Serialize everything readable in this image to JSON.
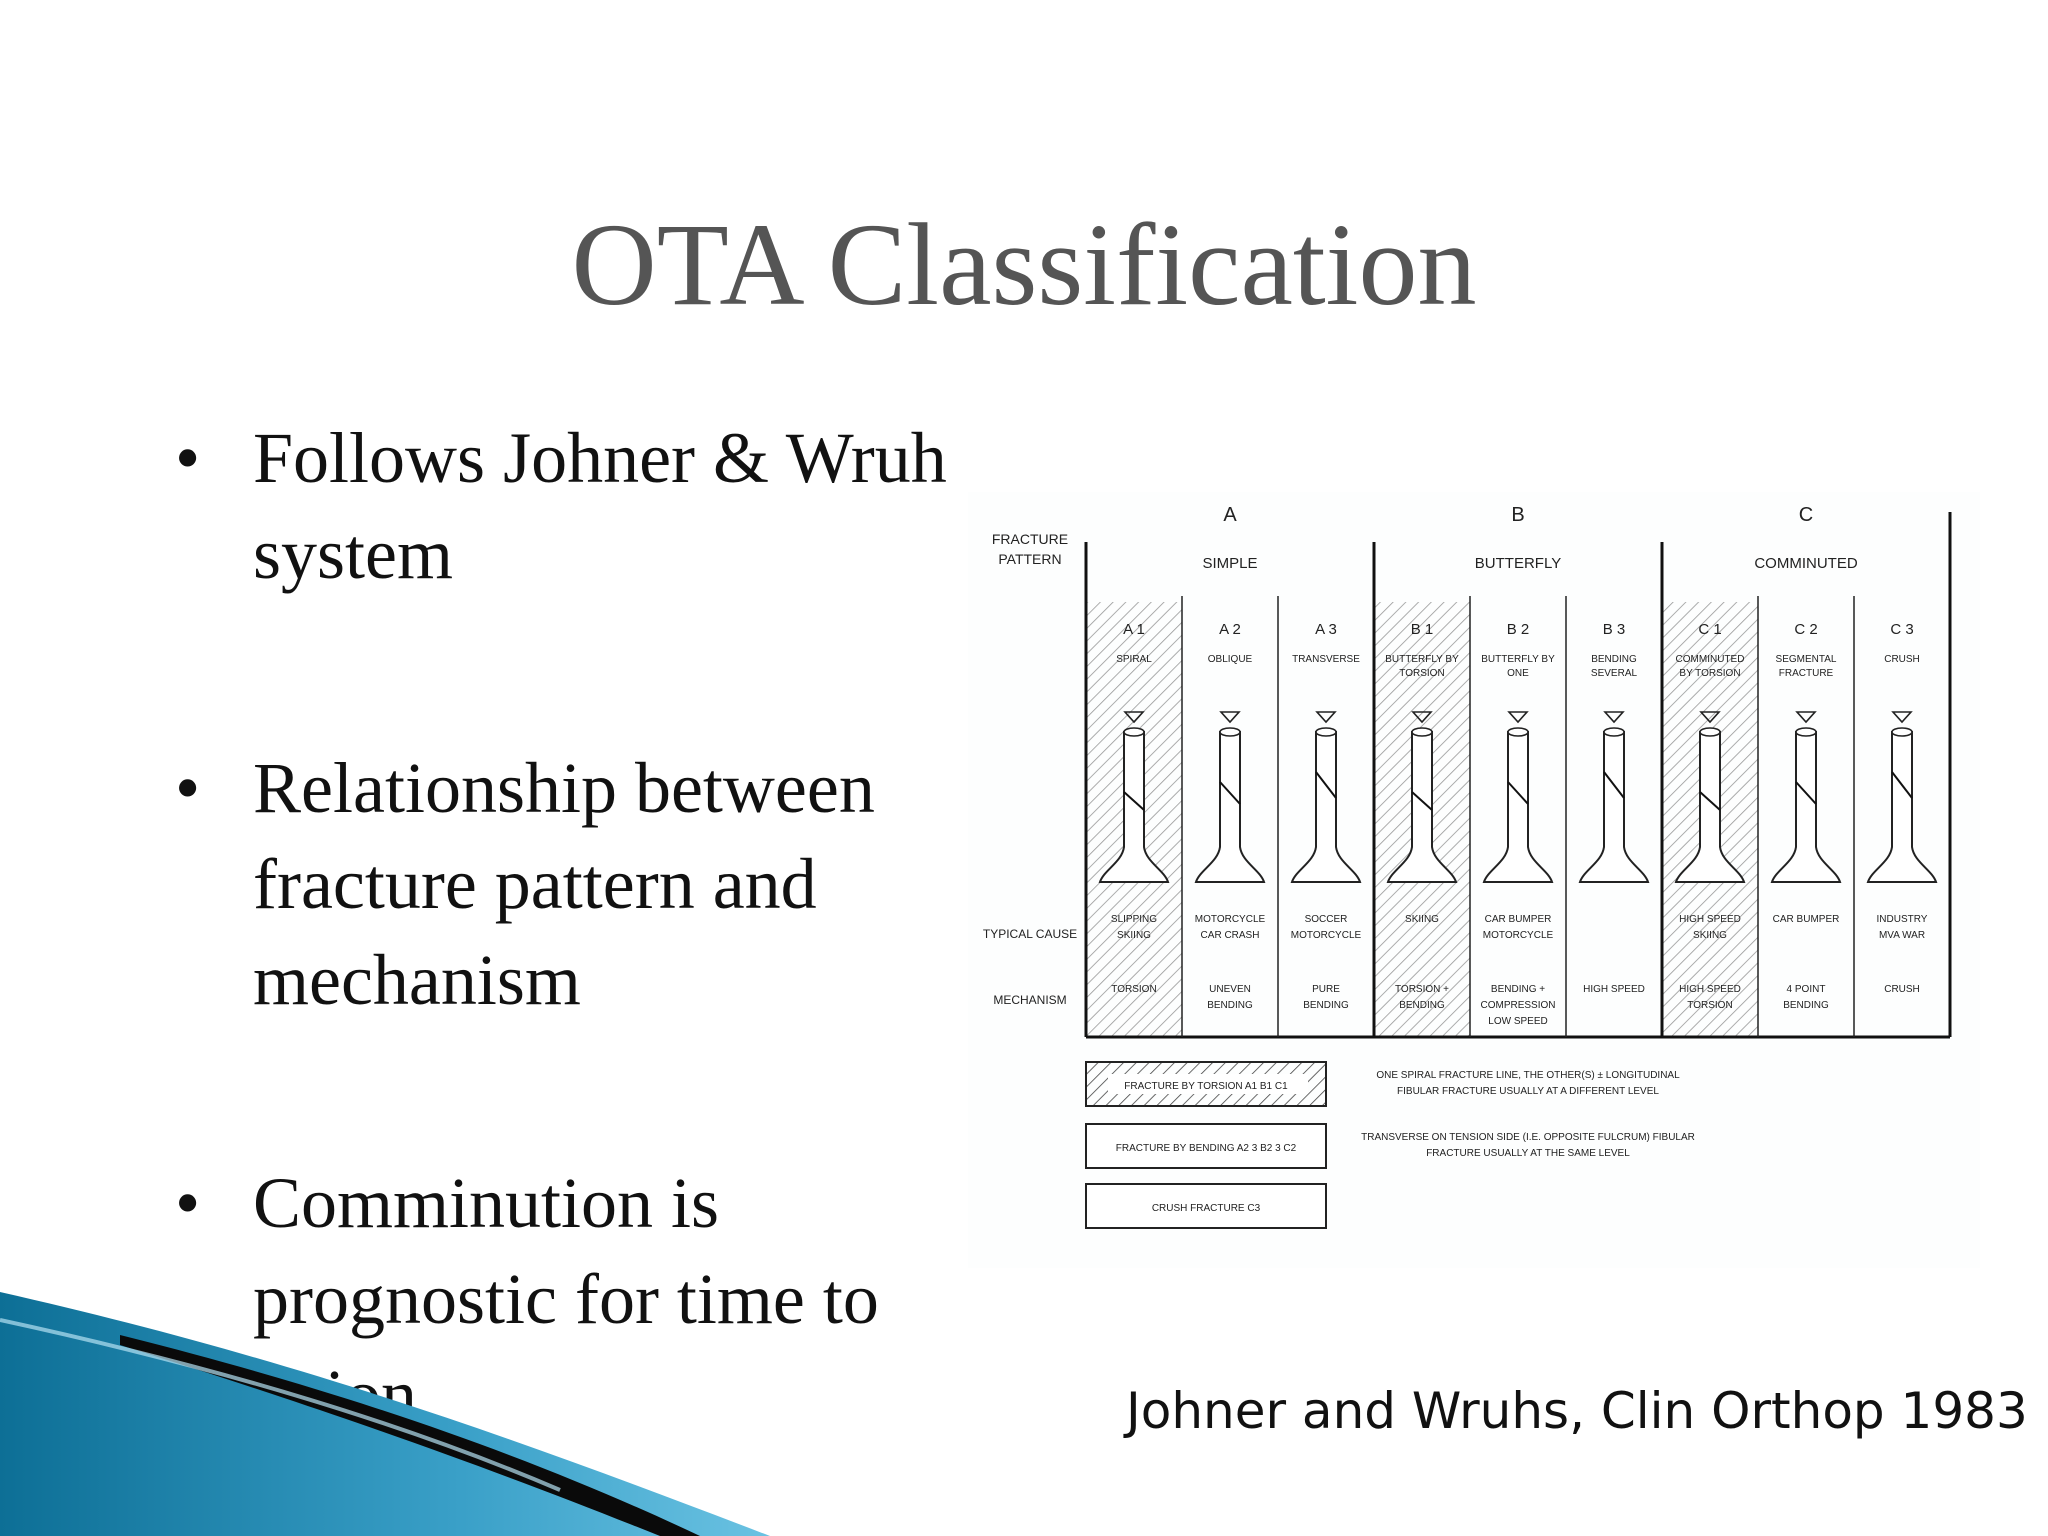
{
  "slide": {
    "title": "OTA Classification",
    "bullets": [
      {
        "text": "Follows Johner & Wruh system"
      },
      {
        "text": "Relationship between fracture pattern and mechanism"
      },
      {
        "text": "Comminution is prognostic for time to union"
      }
    ],
    "bullet_symbol": "•",
    "citation": "Johner and Wruhs, Clin Orthop 1983"
  },
  "figure": {
    "row_labels": {
      "fracture_pattern": "FRACTURE PATTERN",
      "typical_cause": "TYPICAL CAUSE",
      "mechanism": "MECHANISM"
    },
    "groups": [
      {
        "letter": "A",
        "name": "SIMPLE"
      },
      {
        "letter": "B",
        "name": "BUTTERFLY"
      },
      {
        "letter": "C",
        "name": "COMMINUTED"
      }
    ],
    "types": [
      {
        "code": "A 1",
        "desc": "SPIRAL",
        "cause": "SLIPPING SKIING",
        "mechanism": "TORSION",
        "hatched": true
      },
      {
        "code": "A 2",
        "desc": "OBLIQUE",
        "cause": "MOTORCYCLE CAR CRASH",
        "mechanism": "UNEVEN BENDING",
        "hatched": false
      },
      {
        "code": "A 3",
        "desc": "TRANSVERSE",
        "cause": "SOCCER MOTORCYCLE",
        "mechanism": "PURE BENDING",
        "hatched": false
      },
      {
        "code": "B 1",
        "desc": "BUTTERFLY BY TORSION",
        "cause": "SKIING",
        "mechanism": "TORSION + BENDING",
        "hatched": true
      },
      {
        "code": "B 2",
        "desc": "BUTTERFLY BY ONE",
        "cause": "CAR BUMPER MOTORCYCLE",
        "mechanism": "BENDING + COMPRESSION LOW SPEED",
        "hatched": false
      },
      {
        "code": "B 3",
        "desc": "BENDING SEVERAL",
        "cause": "",
        "mechanism": "HIGH SPEED",
        "hatched": false
      },
      {
        "code": "C 1",
        "desc": "COMMINUTED BY TORSION",
        "cause": "HIGH SPEED SKIING",
        "mechanism": "HIGH SPEED TORSION",
        "hatched": true
      },
      {
        "code": "C 2",
        "desc": "SEGMENTAL FRACTURE",
        "cause": "CAR BUMPER",
        "mechanism": "4 POINT BENDING",
        "hatched": false
      },
      {
        "code": "C 3",
        "desc": "CRUSH",
        "cause": "INDUSTRY MVA WAR",
        "mechanism": "CRUSH",
        "hatched": false
      }
    ],
    "legend": [
      {
        "box": "FRACTURE BY TORSION A1 B1 C1",
        "note": "ONE SPIRAL FRACTURE LINE, THE OTHER(S) ± LONGITUDINAL FIBULAR FRACTURE USUALLY AT A DIFFERENT LEVEL",
        "hatched": true
      },
      {
        "box": "FRACTURE BY BENDING A2 3 B2 3 C2",
        "note": "TRANSVERSE ON TENSION SIDE (I.E. OPPOSITE FULCRUM) FIBULAR FRACTURE USUALLY AT THE SAME LEVEL",
        "hatched": false
      },
      {
        "box": "CRUSH FRACTURE C3",
        "note": "",
        "hatched": false
      }
    ]
  },
  "colors": {
    "title": "#555555",
    "text": "#111111",
    "swoosh_dark": "#0d6f96",
    "swoosh_light": "#5ab8dc"
  }
}
